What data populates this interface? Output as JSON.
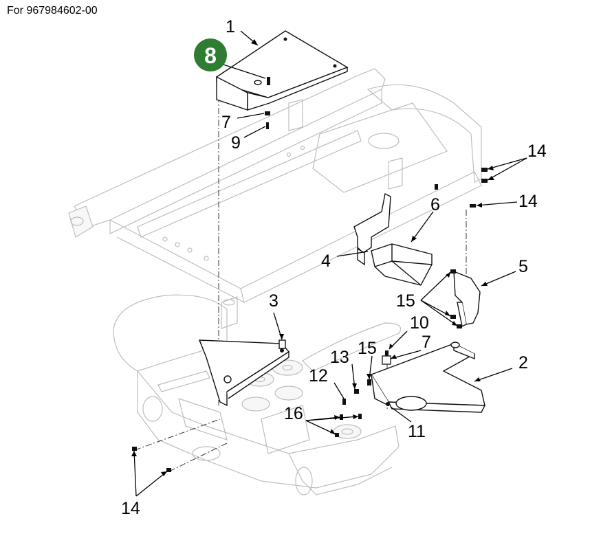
{
  "header": {
    "text": "For 967984602-00"
  },
  "highlight_badge": {
    "label": "8",
    "color": "#2e7d32"
  },
  "callouts": {
    "c1": "1",
    "c2": "2",
    "c3": "3",
    "c4": "4",
    "c5": "5",
    "c6": "6",
    "c7a": "7",
    "c7b": "7",
    "c9": "9",
    "c10": "10",
    "c11": "11",
    "c12": "12",
    "c13": "13",
    "c14a": "14",
    "c14b": "14",
    "c14c": "14",
    "c15a": "15",
    "c15b": "15",
    "c16": "16"
  }
}
